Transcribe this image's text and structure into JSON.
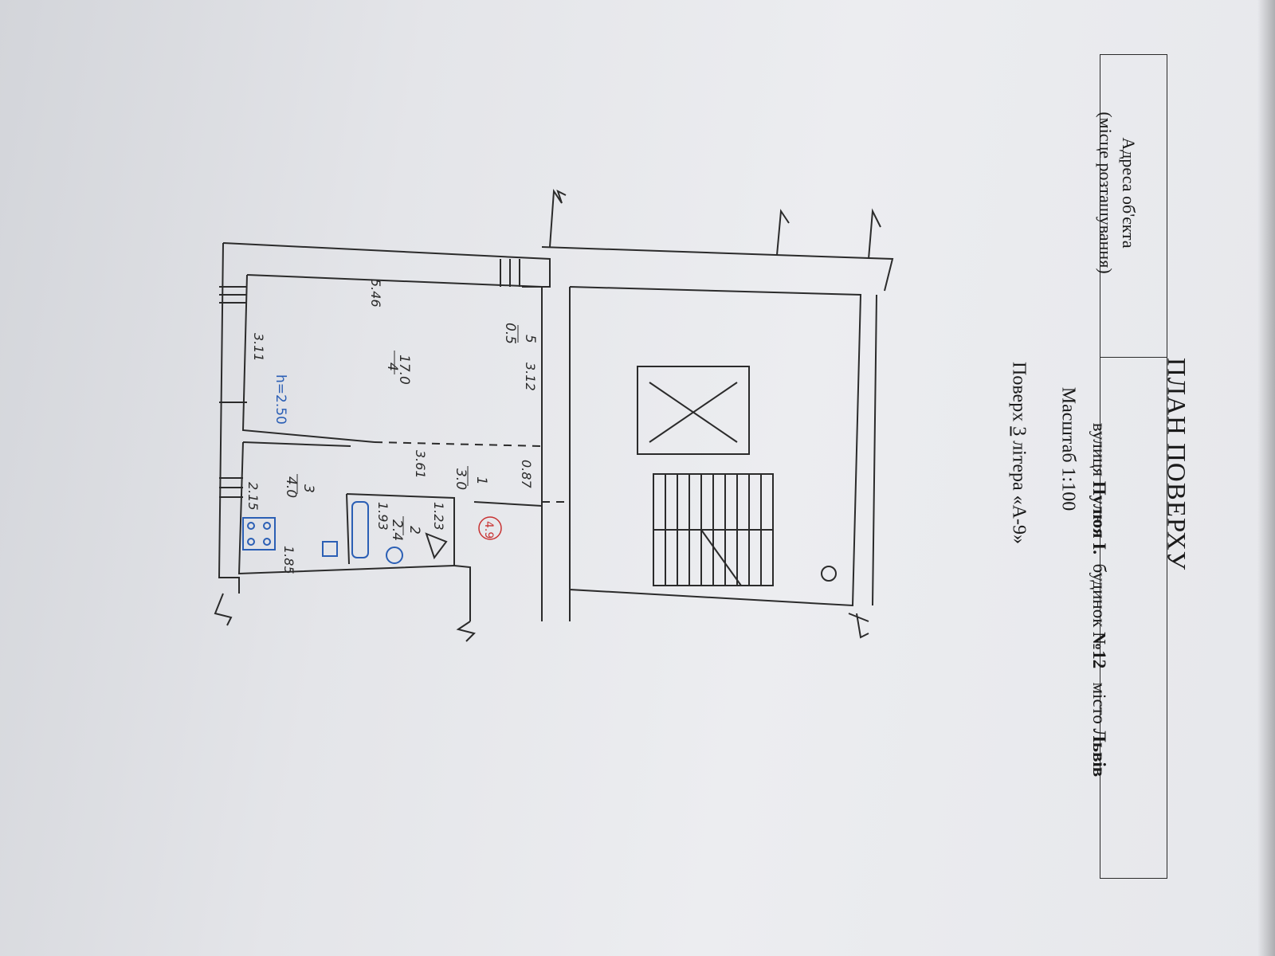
{
  "title": "ПЛАН ПОВЕРХУ",
  "address_label_line1": "Адреса об'єкта",
  "address_label_line2": "(місце розташування)",
  "address": {
    "street_prefix": "вулиця",
    "street": "Пулюя І.",
    "house_prefix": "будинок",
    "house": "№12",
    "city_prefix": "місто",
    "city": "Львів"
  },
  "scale": "Масштаб 1:100",
  "floor_line": {
    "prefix": "Поверх",
    "floor": "3",
    "suffix": "літера «А-9»"
  },
  "rooms": [
    {
      "number": "1",
      "area": "3.0"
    },
    {
      "number": "2",
      "area": "2.4"
    },
    {
      "number": "3",
      "area": "4.0"
    },
    {
      "number": "4",
      "area": "17.0"
    },
    {
      "number": "5",
      "area": "0.5"
    }
  ],
  "dimensions": [
    "5.46",
    "3.11",
    "3.12",
    "3.61",
    "0.87",
    "1.23",
    "1.93",
    "2.15",
    "1.85"
  ],
  "ceiling_height": "h=2.50",
  "apartment_area": "4.9",
  "colors": {
    "plan_line": "#2b2b2b",
    "blue_note": "#2b5fb5",
    "red_circle": "#c83232"
  }
}
